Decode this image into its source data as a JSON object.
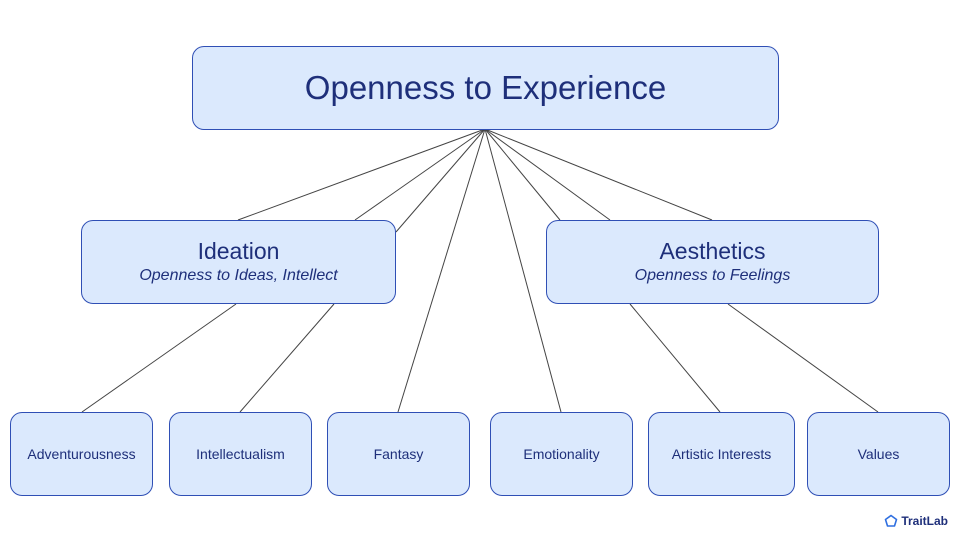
{
  "root": {
    "title": "Openness to Experience"
  },
  "ideation": {
    "title": "Ideation",
    "subtitle": "Openness to Ideas, Intellect"
  },
  "aesthetics": {
    "title": "Aesthetics",
    "subtitle": "Openness to Feelings"
  },
  "facets": [
    {
      "label": "Adventurousness"
    },
    {
      "label": "Intellectualism"
    },
    {
      "label": "Fantasy"
    },
    {
      "label": "Emotionality"
    },
    {
      "label": "Artistic Interests"
    },
    {
      "label": "Values"
    }
  ],
  "brand": {
    "name": "TraitLab",
    "icon": "pentagon-icon"
  },
  "colors": {
    "box_fill": "#dbe9fd",
    "box_border": "#2f4fb5",
    "text": "#1e2f7a",
    "connector": "#444444"
  }
}
